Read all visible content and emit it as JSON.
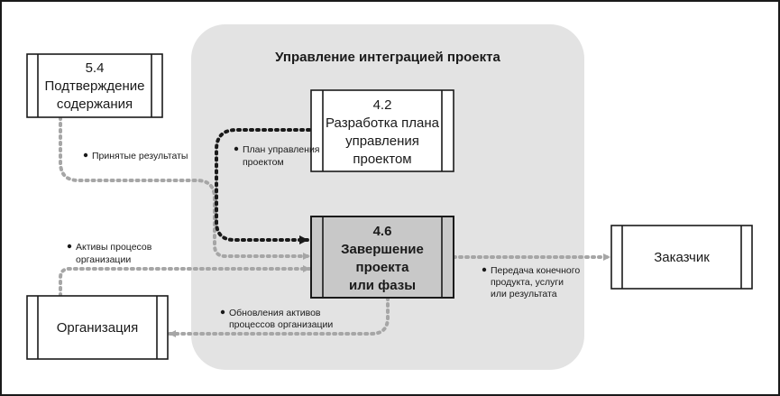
{
  "group": {
    "title": "Управление интеграцией проекта"
  },
  "nodes": {
    "scope": {
      "lines": [
        "5.4",
        "Подтверждение",
        "содержания"
      ]
    },
    "plan": {
      "lines": [
        "4.2",
        "Разработка плана",
        "управления",
        "проектом"
      ]
    },
    "close": {
      "lines": [
        "4.6",
        "Завершение",
        "проекта",
        "или фазы"
      ]
    },
    "customer": {
      "lines": [
        "Заказчик"
      ]
    },
    "org": {
      "lines": [
        "Организация"
      ]
    }
  },
  "flows": {
    "accepted": {
      "lines": [
        "Принятые результаты"
      ]
    },
    "pm_plan": {
      "lines": [
        "План управления",
        "проектом"
      ]
    },
    "assets": {
      "lines": [
        "Активы процесов",
        "организации"
      ]
    },
    "updates": {
      "lines": [
        "Обновления активов",
        "процессов организации"
      ]
    },
    "transfer": {
      "lines": [
        "Передача конечного",
        "продукта, услуги",
        "или результата"
      ]
    }
  },
  "colors": {
    "group_fill": "#e3e3e3",
    "close_fill": "#c8c8c8",
    "dotted_gray": "#a6a6a6",
    "dotted_dark": "#1a1a1a"
  }
}
